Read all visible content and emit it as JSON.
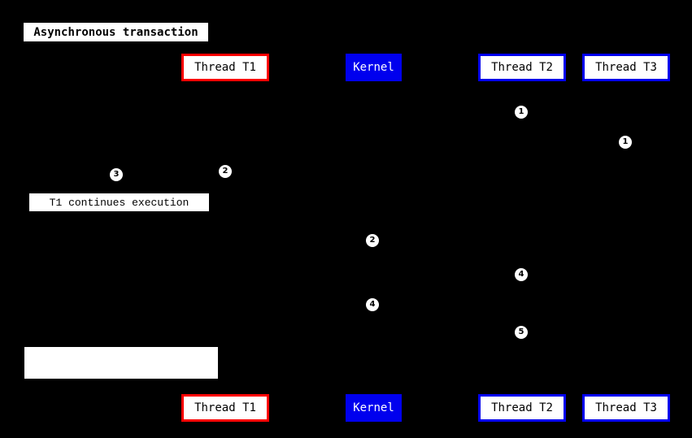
{
  "title": "Asynchronous transaction",
  "actors": {
    "top": [
      {
        "label": "Thread T1"
      },
      {
        "label": "Kernel"
      },
      {
        "label": "Thread T2"
      },
      {
        "label": "Thread T3"
      }
    ],
    "bottom": [
      {
        "label": "Thread T1"
      },
      {
        "label": "Kernel"
      },
      {
        "label": "Thread T2"
      },
      {
        "label": "Thread T3"
      }
    ]
  },
  "notes": {
    "t1_continues": "T1 continues execution",
    "empty_label": ""
  },
  "markers": [
    {
      "label": "1"
    },
    {
      "label": "1"
    },
    {
      "label": "2"
    },
    {
      "label": "3"
    },
    {
      "label": "2"
    },
    {
      "label": "4"
    },
    {
      "label": "4"
    },
    {
      "label": "5"
    }
  ],
  "colors": {
    "background": "#000000",
    "thread_t1_border": "#ff0000",
    "thread_t2_t3_border": "#0000ee",
    "kernel_fill": "#0000ee",
    "kernel_text": "#ffffff",
    "box_fill": "#ffffff",
    "box_text": "#000000",
    "marker_fill": "#ffffff",
    "marker_text": "#000000"
  }
}
